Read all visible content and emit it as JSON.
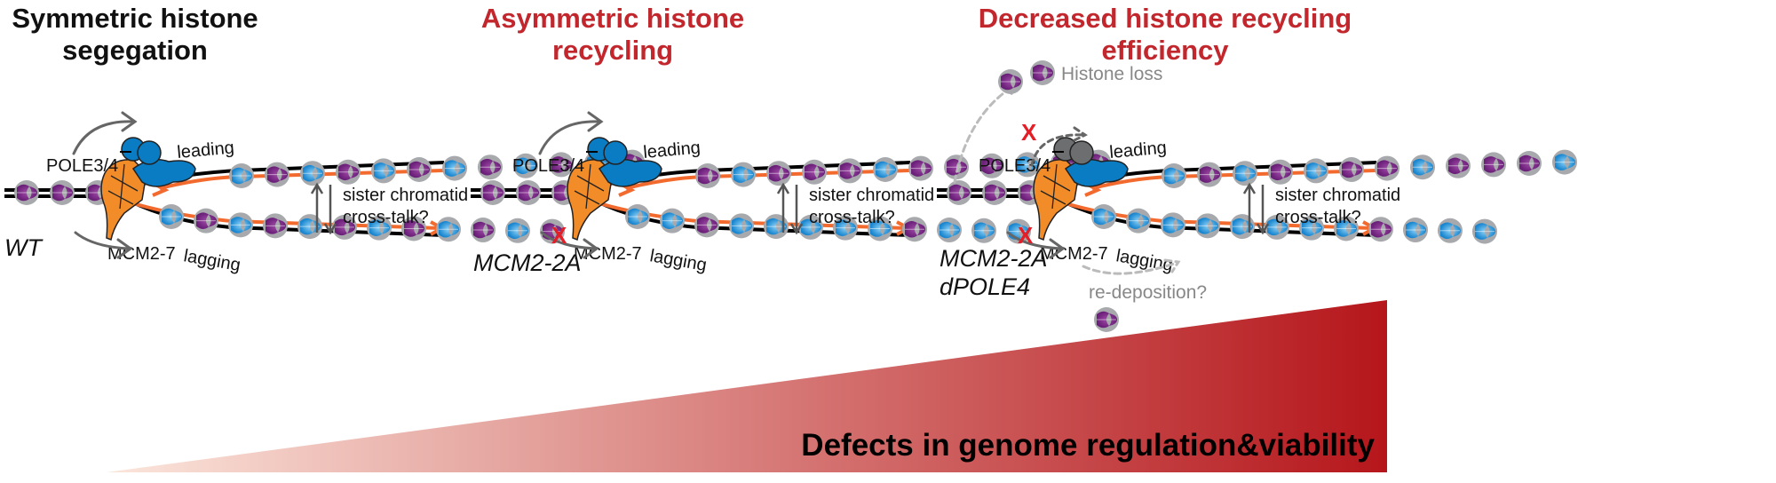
{
  "colors": {
    "title_black": "#111111",
    "title_red": "#c1272d",
    "orange": "#f26a2e",
    "purple": "#7b2a86",
    "blue": "#1e8fd6",
    "nuc_gray": "#a7a9ac",
    "mcm": "#f28c28",
    "pole": "#0a7cc4",
    "pole_lost": "#6d6e70",
    "x_mark": "#e41e26",
    "gradient": [
      "#fbe6dc",
      "#b5161b"
    ]
  },
  "panels": [
    {
      "title_line1": "Symmetric histone",
      "title_line2": "segegation",
      "title_color": "black",
      "genotype": [
        "WT"
      ],
      "pole_label": "POLE3/4",
      "mcm_label": "MCM2-7",
      "leading_label": "leading",
      "lagging_label": "lagging",
      "crosstalk_line1": "sister chromatid",
      "crosstalk_line2": "cross-talk?",
      "parental": [
        "purple",
        "purple",
        "purple"
      ],
      "leading": [
        "blue",
        "purple",
        "blue",
        "purple",
        "blue",
        "purple",
        "blue",
        "purple",
        "blue",
        "purple",
        "blue",
        "purple"
      ],
      "lagging": [
        "blue",
        "purple",
        "blue",
        "purple",
        "blue",
        "purple",
        "blue",
        "purple",
        "blue",
        "purple",
        "blue",
        "purple"
      ],
      "pole_icon": "polymerase-icon",
      "mcm_blocked": false,
      "pole_blocked": false
    },
    {
      "title_line1": "Asymmetric histone",
      "title_line2": "recycling",
      "title_color": "red",
      "genotype": [
        "MCM2-2A"
      ],
      "pole_label": "POLE3/4",
      "mcm_label": "MCM2-7",
      "leading_label": "leading",
      "lagging_label": "lagging",
      "crosstalk_line1": "sister chromatid",
      "crosstalk_line2": "cross-talk?",
      "parental": [
        "purple",
        "purple",
        "purple"
      ],
      "leading": [
        "purple",
        "blue",
        "purple",
        "purple",
        "purple",
        "blue",
        "purple",
        "purple",
        "purple",
        "blue",
        "purple",
        "purple"
      ],
      "lagging": [
        "blue",
        "blue",
        "purple",
        "blue",
        "blue",
        "blue",
        "blue",
        "blue",
        "purple",
        "blue",
        "blue",
        "blue"
      ],
      "pole_icon": "polymerase-icon",
      "mcm_blocked": true,
      "pole_blocked": false
    },
    {
      "title_line1": "Decreased histone recycling",
      "title_line2": "efficiency",
      "title_color": "red",
      "genotype": [
        "MCM2-2A",
        "dPOLE4"
      ],
      "pole_label": "POLE3/4",
      "mcm_label": "MCM2-7",
      "leading_label": "leading",
      "lagging_label": "lagging",
      "crosstalk_line1": "sister chromatid",
      "crosstalk_line2": "cross-talk?",
      "parental": [
        "purple",
        "purple",
        "purple"
      ],
      "leading": [
        "blue",
        "purple",
        "blue",
        "purple",
        "blue",
        "purple",
        "purple",
        "blue",
        "purple",
        "purple",
        "purple",
        "blue"
      ],
      "lagging": [
        "blue",
        "blue",
        "blue",
        "blue",
        "blue",
        "blue",
        "blue",
        "blue",
        "purple",
        "blue",
        "blue",
        "blue"
      ],
      "pole_icon": "polymerase-icon",
      "mcm_blocked": true,
      "pole_blocked": true,
      "histone_loss_label": "Histone loss",
      "redeposition_label": "re-deposition?"
    }
  ],
  "gradient_label": "Defects in genome regulation&viability"
}
